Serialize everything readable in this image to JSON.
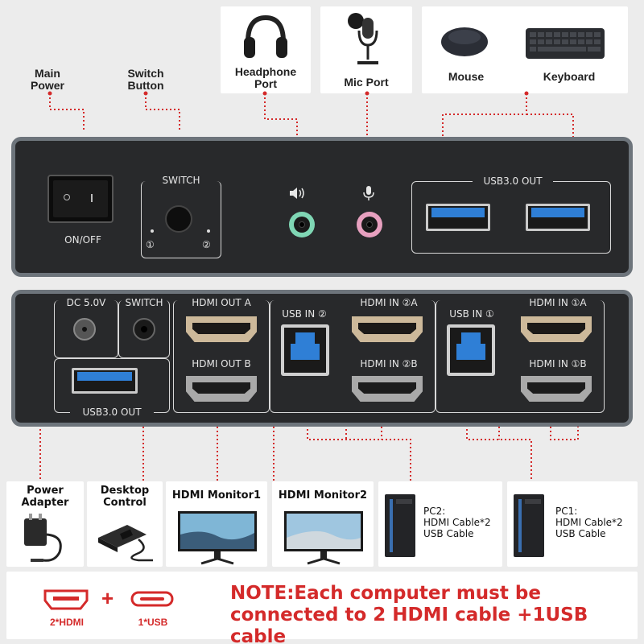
{
  "top_labels": {
    "main_power": "Main\nPower",
    "switch_button": "Switch\nButton",
    "headphone_port": "Headphone\nPort",
    "mic_port": "Mic Port",
    "mouse": "Mouse",
    "keyboard": "Keyboard"
  },
  "front_panel": {
    "on_off": "ON/OFF",
    "switch": "SWITCH",
    "led1": "①",
    "led2": "②",
    "usb_out": "USB3.0 OUT"
  },
  "rear_panel": {
    "dc": "DC 5.0V",
    "switch": "SWITCH",
    "usb_out": "USB3.0 OUT",
    "hdmi_out_a": "HDMI OUT A",
    "hdmi_out_b": "HDMI OUT B",
    "usb_in_2": "USB IN ②",
    "hdmi_in_2a": "HDMI IN ②A",
    "hdmi_in_2b": "HDMI IN ②B",
    "usb_in_1": "USB IN ①",
    "hdmi_in_1a": "HDMI IN ①A",
    "hdmi_in_1b": "HDMI IN ①B"
  },
  "bottom_cards": {
    "power_adapter": "Power\nAdapter",
    "desktop_control": "Desktop\nControl",
    "hdmi_monitor1": "HDMI Monitor1",
    "hdmi_monitor2": "HDMI Monitor2",
    "pc2": "PC2:\nHDMI Cable*2\nUSB Cable",
    "pc1": "PC1:\nHDMI Cable*2\nUSB Cable"
  },
  "legend": {
    "hdmi_label": "2*HDMI",
    "plus": "+",
    "usb_label": "1*USB",
    "note": "NOTE:Each computer must be connected to 2 HDMI cable +1USB cable"
  },
  "colors": {
    "accent_red": "#d42a2a",
    "usb_blue": "#2f7fd6",
    "hdmi_gold": "#cdb99a",
    "device_body": "#28292b",
    "device_rim": "#6d747b"
  }
}
